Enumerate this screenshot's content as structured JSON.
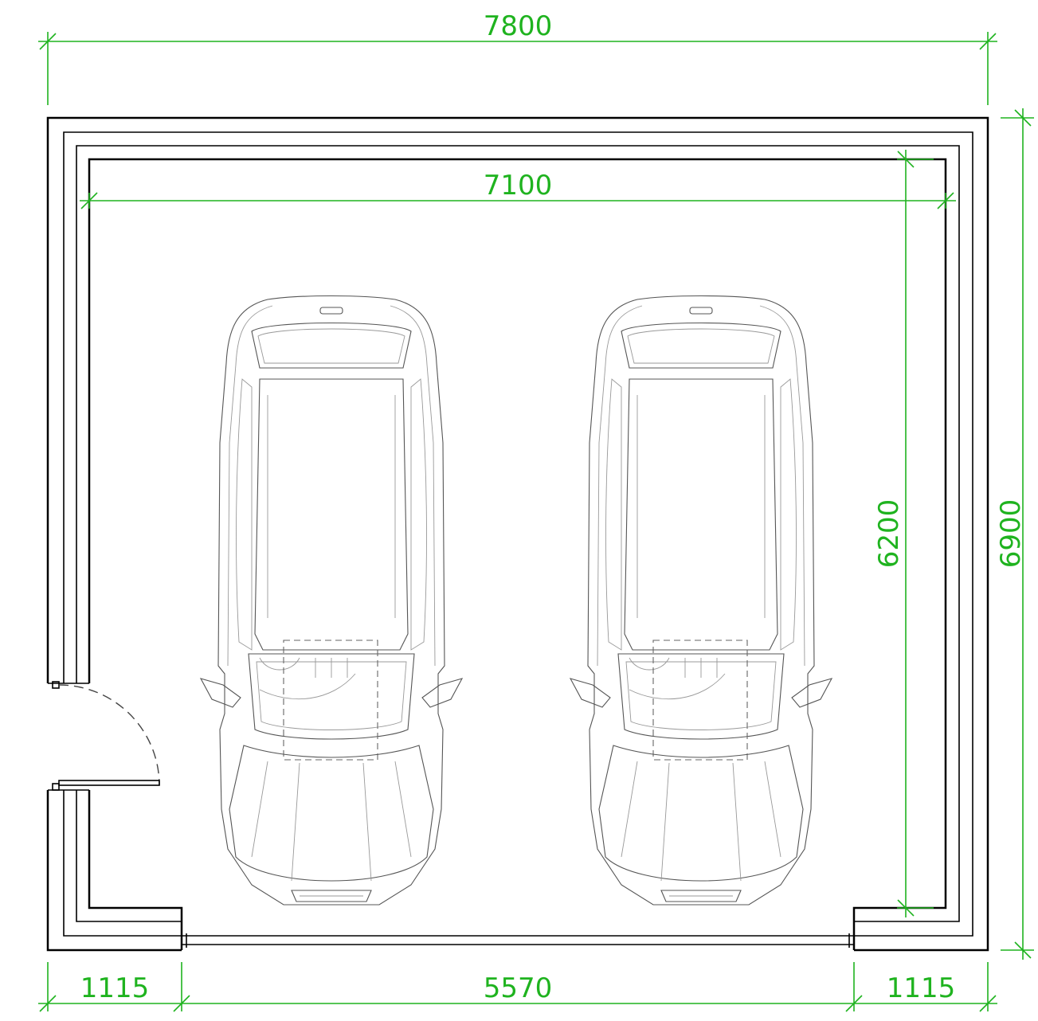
{
  "dimensions": {
    "overall_width": "7800",
    "inner_width": "7100",
    "inner_depth": "6200",
    "overall_depth": "6900",
    "pier_left": "1115",
    "gate_opening": "5570",
    "pier_right": "1115"
  },
  "colors": {
    "dimension": "#1fb31f",
    "wall": "#000000",
    "car_outline": "#555555"
  },
  "cars": [
    {
      "id": "car-left"
    },
    {
      "id": "car-right"
    }
  ]
}
